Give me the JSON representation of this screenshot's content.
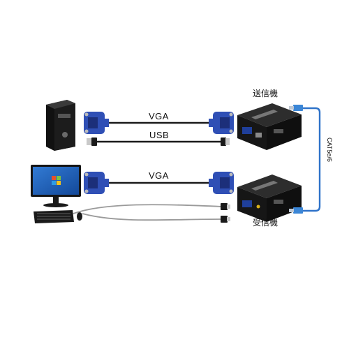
{
  "labels": {
    "vga_top": "VGA",
    "usb": "USB",
    "vga_bottom": "VGA",
    "transmitter": "送信機",
    "receiver": "受信機",
    "cat_cable": "CAT5e/6"
  },
  "colors": {
    "vga_connector": "#2f4fb5",
    "vga_connector_dark": "#1c2f7a",
    "cat_cable": "#2f73c9",
    "device_body": "#1b1b1b",
    "cable": "#1a1a1a"
  },
  "icons": {
    "pc_tower": "pc-tower-icon",
    "monitor": "monitor-icon",
    "keyboard": "keyboard-icon",
    "mouse": "mouse-icon",
    "transmitter": "extender-transmitter-icon",
    "receiver": "extender-receiver-icon"
  }
}
